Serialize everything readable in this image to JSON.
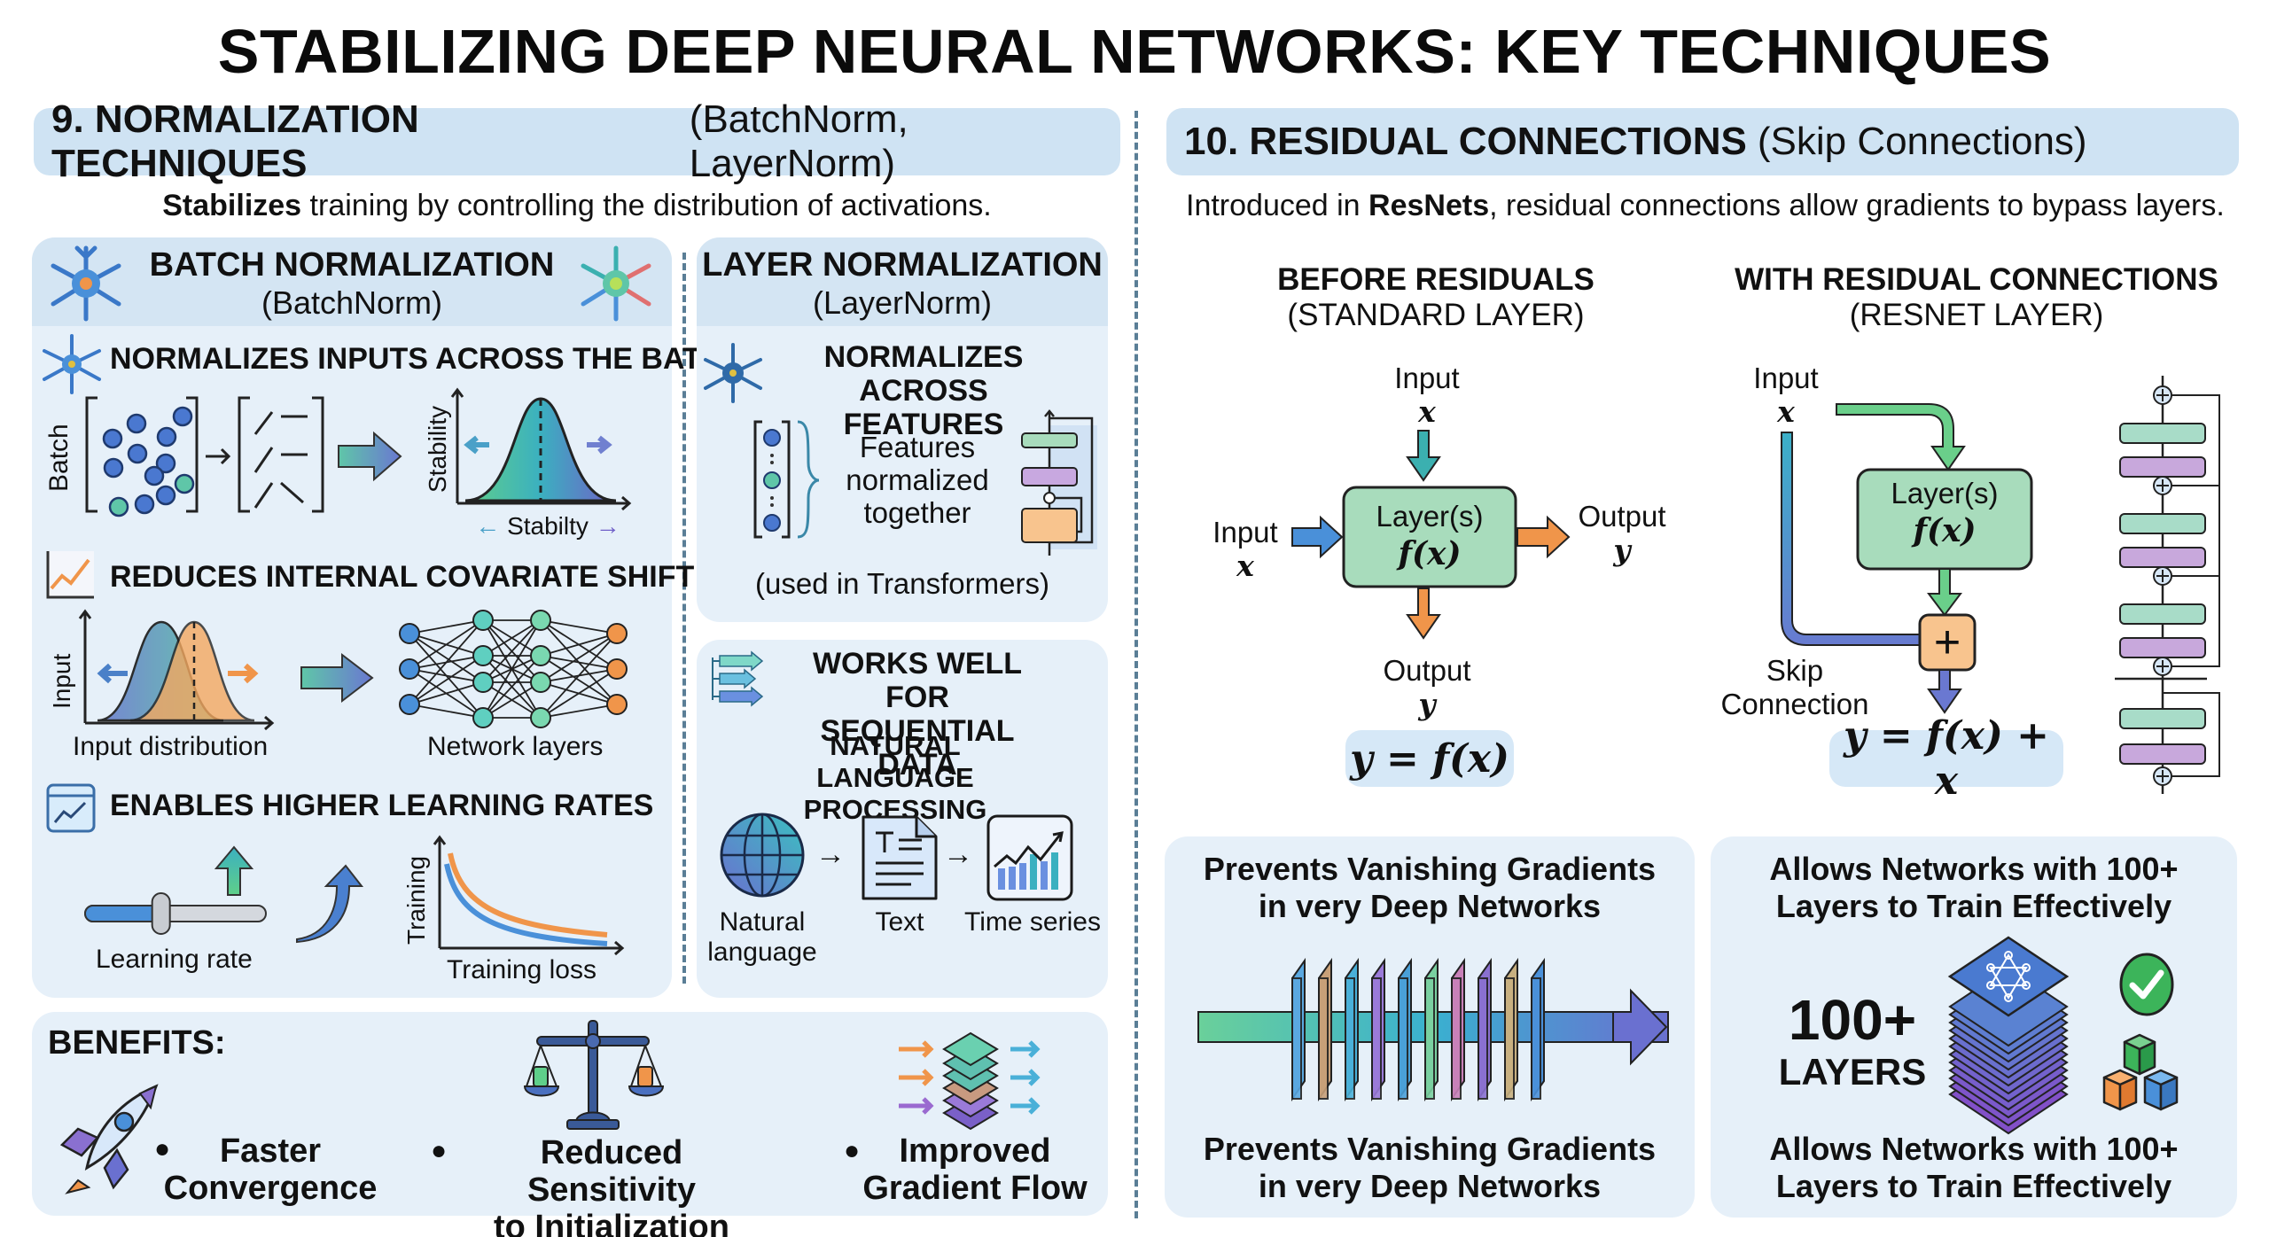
{
  "title": "STABILIZING DEEP NEURAL NETWORKS: KEY TECHNIQUES",
  "normalization": {
    "header_bold": "9. NORMALIZATION TECHNIQUES",
    "header_rest": "(BatchNorm, LayerNorm)",
    "subtitle_bold": "Stabilizes",
    "subtitle_rest": "training by controlling the distribution of activations.",
    "batchnorm": {
      "title": "BATCH NORMALIZATION",
      "subtitle": "(BatchNorm)",
      "point1": {
        "heading": "NORMALIZES INPUTS ACROSS THE BATCH",
        "batch_label": "Batch",
        "y_label": "Stability",
        "x_label": "Stabilty"
      },
      "point2": {
        "heading": "REDUCES INTERNAL COVARIATE SHIFT",
        "y_label": "Input",
        "left_caption": "Input distribution",
        "right_caption": "Network layers"
      },
      "point3": {
        "heading": "ENABLES HIGHER LEARNING RATES",
        "slider_caption": "Learning rate",
        "slider_value": 0.42,
        "y_label": "Training",
        "x_label": "Training loss"
      }
    },
    "layernorm": {
      "title": "LAYER NORMALIZATION",
      "subtitle": "(LayerNorm)",
      "heading_line1": "NORMALIZES ACROSS",
      "heading_line2": "FEATURES",
      "features_line1": "Features",
      "features_line2": "normalized",
      "features_line3": "together",
      "note": "(used in Transformers)"
    },
    "sequential": {
      "heading_line1": "WORKS WELL FOR",
      "heading_line2": "SEQUENTIAL DATA",
      "nlp_line1": "NATURAL LANGUAGE",
      "nlp_line2": "PROCESSING",
      "items": [
        {
          "label_line1": "Natural",
          "label_line2": "language",
          "icon": "globe-icon"
        },
        {
          "label_line1": "Text",
          "label_line2": "",
          "icon": "document-icon"
        },
        {
          "label_line1": "Time series",
          "label_line2": "",
          "icon": "chart-icon"
        }
      ]
    },
    "benefits": {
      "heading": "BENEFITS:",
      "items": [
        {
          "line1": "Faster",
          "line2": "Convergence",
          "icon": "rocket-icon"
        },
        {
          "line1": "Reduced Sensitivity",
          "line2": "to Initialization",
          "icon": "balance-scale-icon"
        },
        {
          "line1": "Improved",
          "line2": "Gradient Flow",
          "icon": "layer-stack-icon"
        }
      ]
    }
  },
  "residual": {
    "header_bold": "10. RESIDUAL CONNECTIONS",
    "header_rest": "(Skip Connections)",
    "subtitle_pre": "Introduced in",
    "subtitle_bold": "ResNets",
    "subtitle_rest": ", residual connections allow gradients to bypass layers.",
    "before": {
      "title": "BEFORE RESIDUALS",
      "subtitle": "(STANDARD LAYER)",
      "input_top": "Input",
      "input_top_var": "x",
      "input_left": "Input",
      "input_left_var": "x",
      "box_line1": "Layer(s)",
      "box_line2": "f(x)",
      "output_right": "Output",
      "output_right_var": "y",
      "output_bottom": "Output",
      "output_bottom_var": "y",
      "formula": "y = f(x)"
    },
    "with": {
      "title": "WITH RESIDUAL CONNECTIONS",
      "subtitle": "(RESNET LAYER)",
      "input": "Input",
      "input_var": "x",
      "box_line1": "Layer(s)",
      "box_line2": "f(x)",
      "plus": "+",
      "skip_line1": "Skip",
      "skip_line2": "Connection",
      "formula": "y = f(x) + x"
    },
    "vanishing": {
      "top_line1": "Prevents Vanishing Gradients",
      "top_line2": "in very Deep Networks",
      "bottom_line1": "Prevents Vanishing Gradients",
      "bottom_line2": "in very Deep Networks"
    },
    "deep": {
      "top_line1": "Allows Networks with 100+",
      "top_line2": "Layers to Train Effectively",
      "big_number": "100+",
      "big_label": "LAYERS",
      "bottom_line1": "Allows Networks with 100+",
      "bottom_line2": "Layers to Train Effectively"
    }
  },
  "colors": {
    "header_bar": "#cfe3f3",
    "card_bg": "#e6f0f9",
    "layer_green": "#a8dcbc",
    "plus_orange": "#f8c48e",
    "arrow_blue": "#4a90d9",
    "arrow_orange": "#f0954a",
    "arrow_teal": "#3bb0b0",
    "skip_purple": "#6a78d1"
  }
}
